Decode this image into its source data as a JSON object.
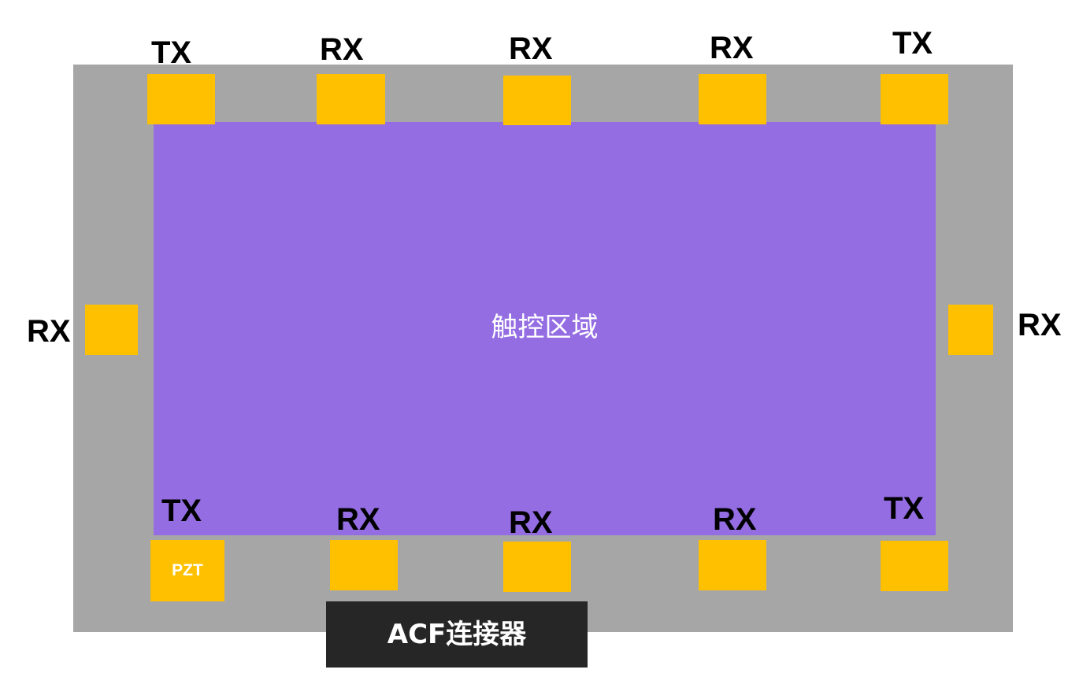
{
  "touch_area": {
    "label": "触控区域"
  },
  "connector": {
    "label": "ACF连接器"
  },
  "top_pads": [
    {
      "label": "TX"
    },
    {
      "label": "RX"
    },
    {
      "label": "RX"
    },
    {
      "label": "RX"
    },
    {
      "label": "TX"
    }
  ],
  "bottom_pads": [
    {
      "label": "TX",
      "pad_text": "PZT"
    },
    {
      "label": "RX"
    },
    {
      "label": "RX"
    },
    {
      "label": "RX"
    },
    {
      "label": "TX"
    }
  ],
  "side_pads": [
    {
      "label": "RX"
    },
    {
      "label": "RX"
    }
  ],
  "colors": {
    "board": "#a6a6a6",
    "touch_area": "#946de3",
    "pad": "#ffc000",
    "connector": "#262626"
  }
}
